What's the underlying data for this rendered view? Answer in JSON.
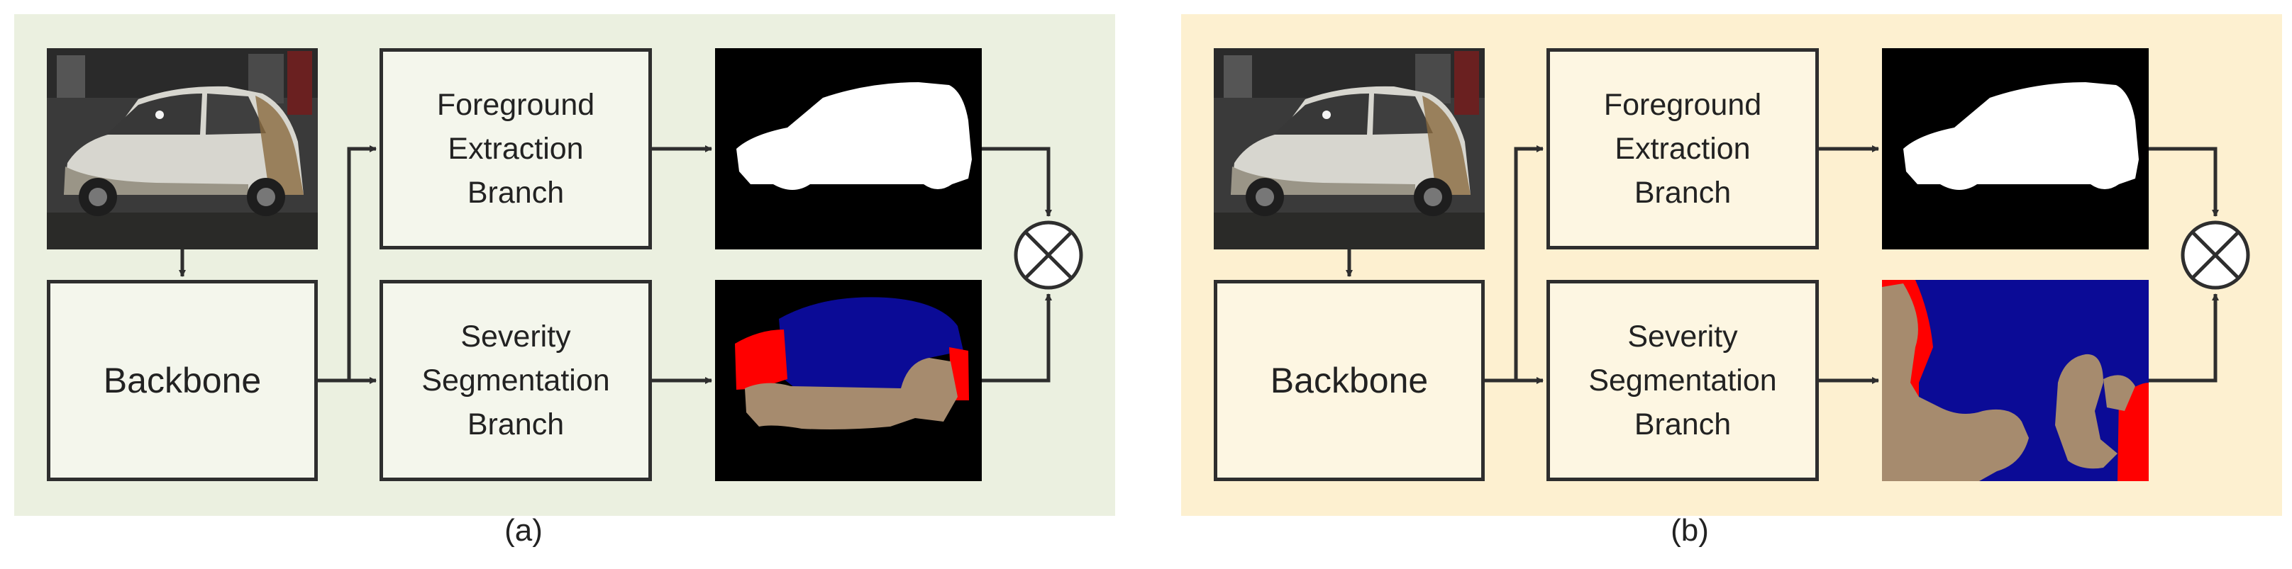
{
  "panels": [
    {
      "id": "a",
      "caption": "(a)",
      "background": "#ebf0e0",
      "backbone_label": "Backbone",
      "foreground_branch_label": "Foreground\nExtraction\nBranch",
      "severity_branch_label": "Severity\nSegmentation\nBranch",
      "combine_symbol": "multiply-circle"
    },
    {
      "id": "b",
      "caption": "(b)",
      "background": "#fdf0d0",
      "backbone_label": "Backbone",
      "foreground_branch_label": "Foreground\nExtraction\nBranch",
      "severity_branch_label": "Severity\nSegmentation\nBranch",
      "combine_symbol": "multiply-circle"
    }
  ],
  "colors": {
    "mask_foreground": "#ffffff",
    "mask_background": "#000000",
    "severity_blue": "#0b0b96",
    "severity_red": "#ff0000",
    "severity_tan": "#a68b6e",
    "stroke": "#2e2e2e"
  }
}
